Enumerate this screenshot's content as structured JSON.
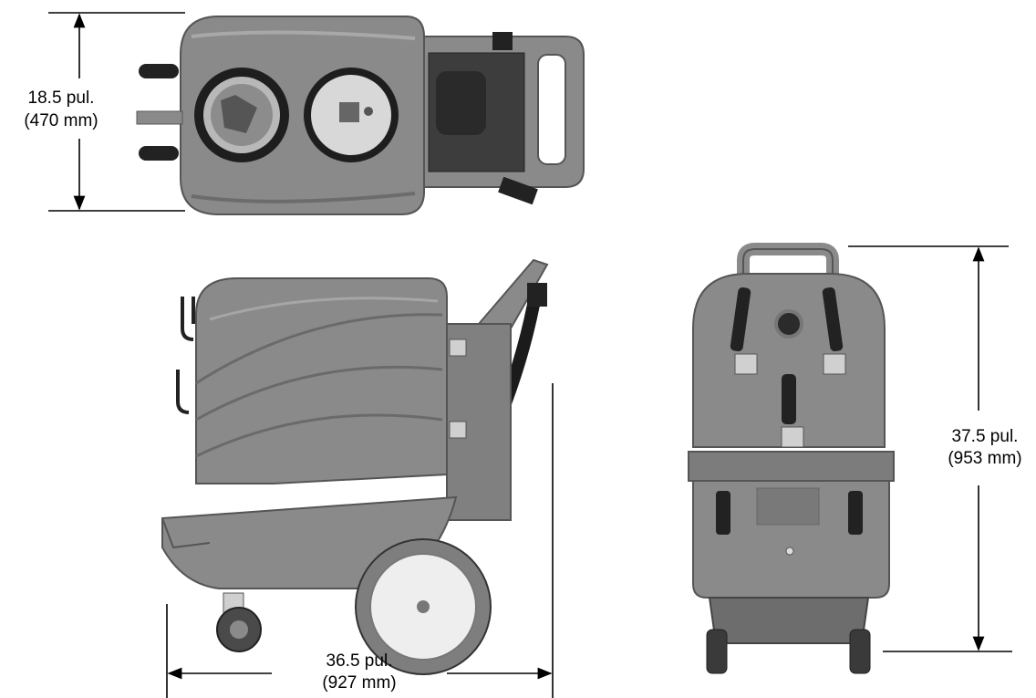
{
  "dimensions": {
    "width": {
      "value": "18.5 pul.",
      "metric": "(470 mm)"
    },
    "length": {
      "value": "36.5 pul.",
      "metric": "(927 mm)"
    },
    "height": {
      "value": "37.5 pul.",
      "metric": "(953 mm)"
    }
  },
  "colors": {
    "body": "#8a8a8a",
    "body_dark": "#6e6e6e",
    "body_light": "#a4a4a4",
    "line": "#000000",
    "wheel_white": "#eeeeee"
  }
}
